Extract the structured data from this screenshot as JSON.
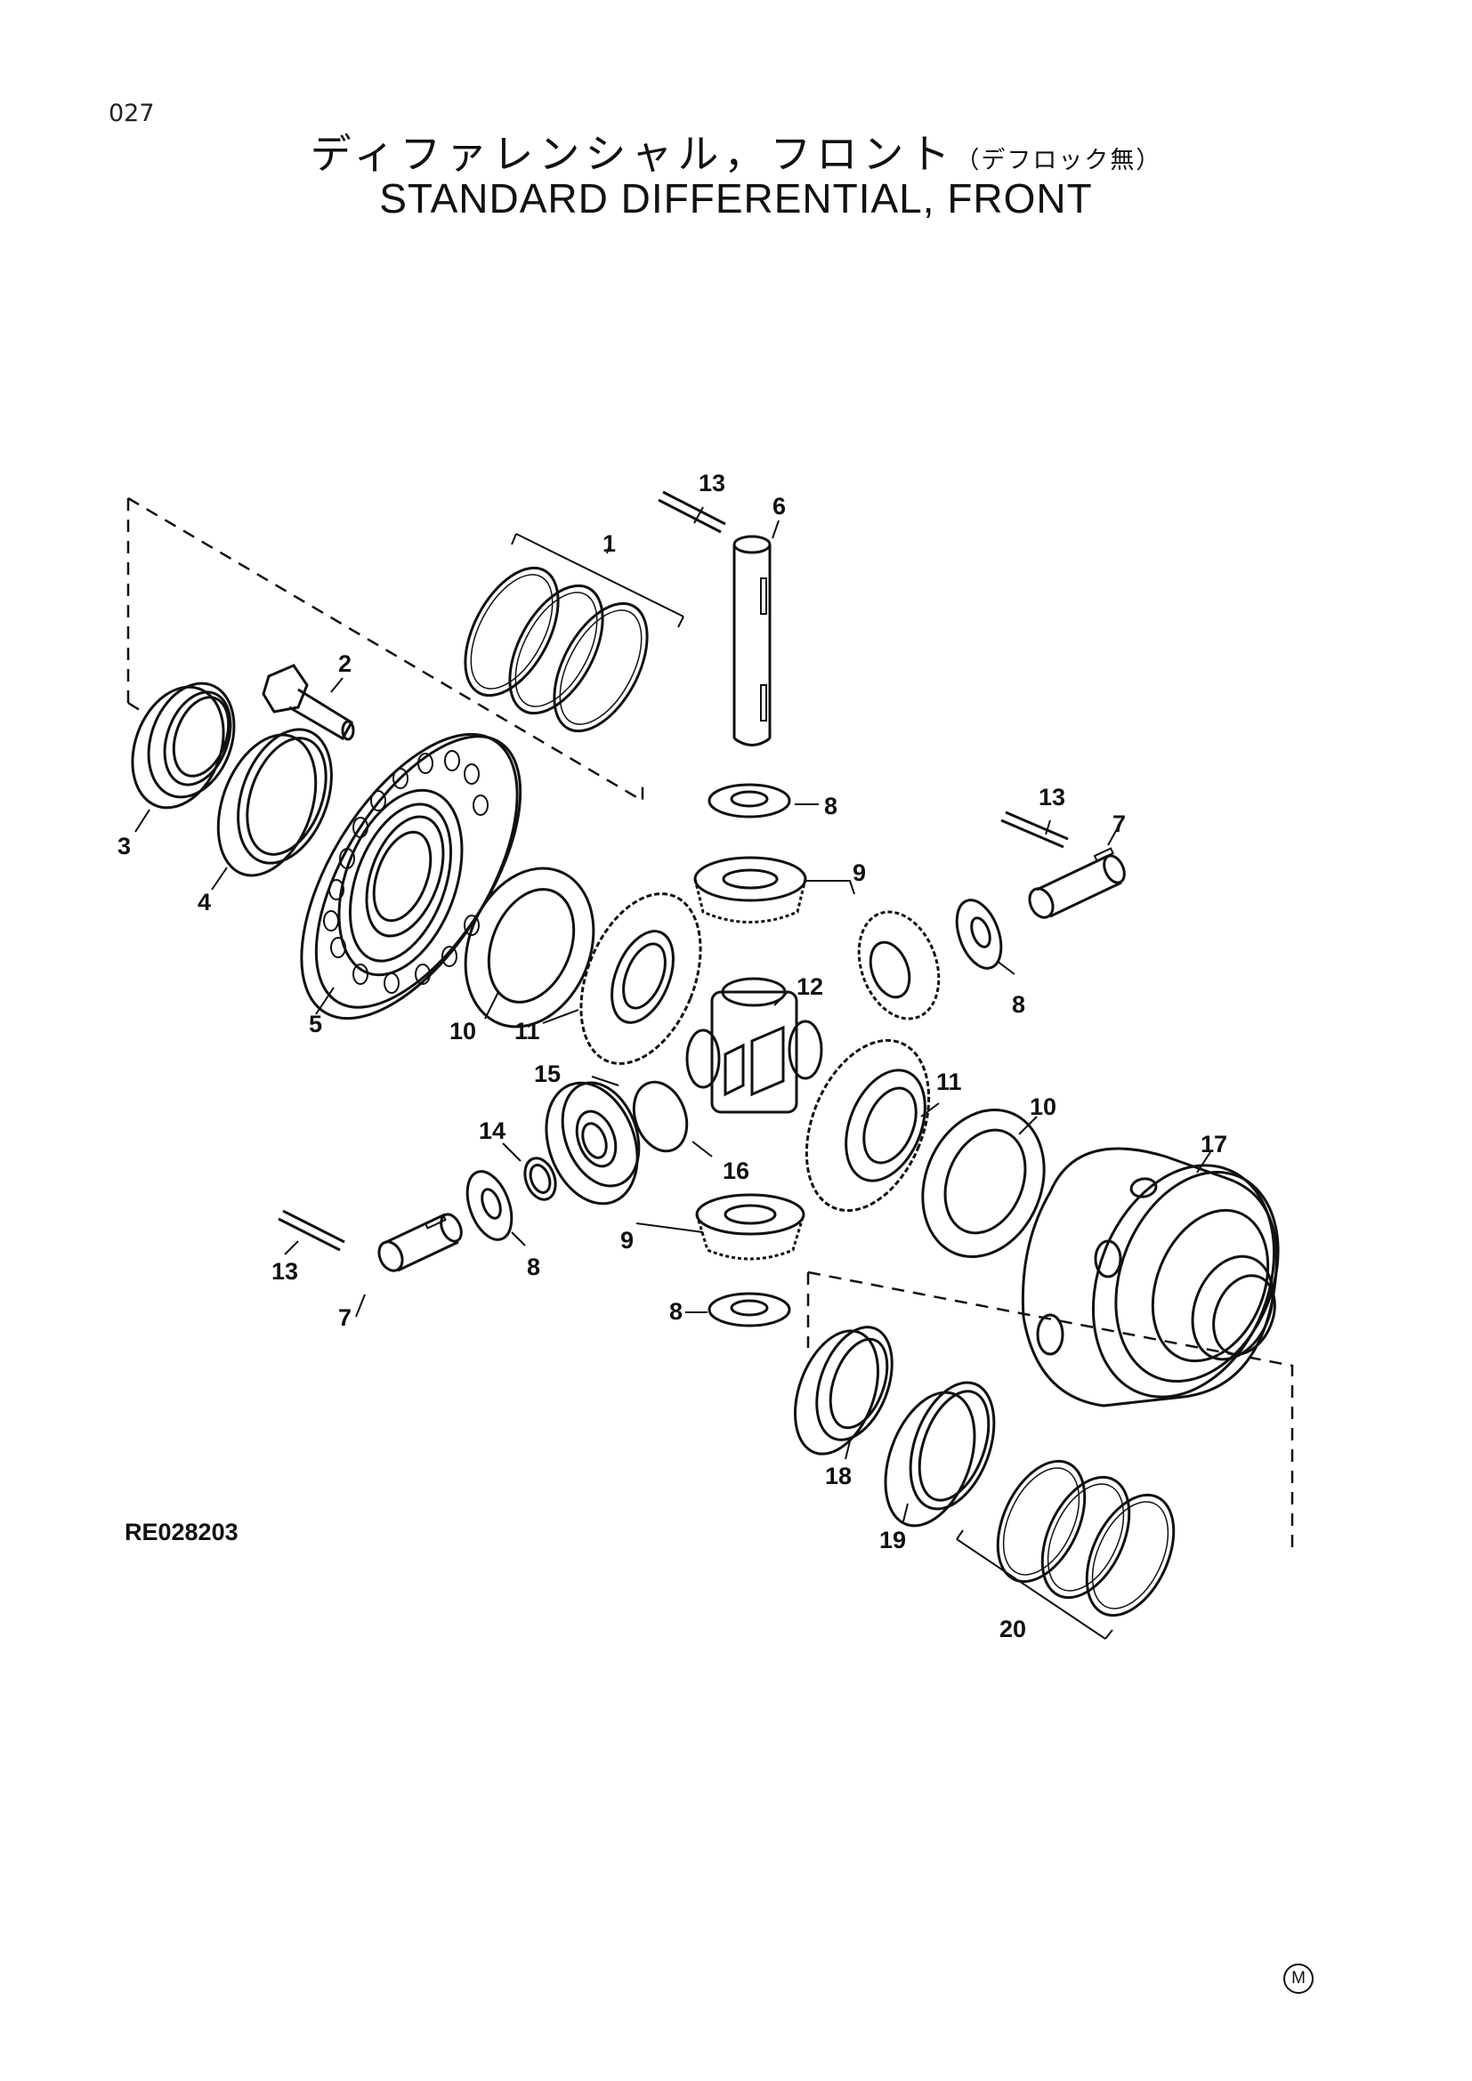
{
  "page_number": "027",
  "title_jp": "ディファレンシャル，フロント",
  "title_jp_note": "（デフロック無）",
  "title_en": "STANDARD DIFFERENTIAL, FRONT",
  "figure_code": "RE028203",
  "corner_mark": "M",
  "callouts": {
    "c1": "1",
    "c2": "2",
    "c3": "3",
    "c4": "4",
    "c5": "5",
    "c6": "6",
    "c7a": "7",
    "c7b": "7",
    "c8a": "8",
    "c8b": "8",
    "c8c": "8",
    "c8d": "8",
    "c9a": "9",
    "c9b": "9",
    "c10a": "10",
    "c10b": "10",
    "c11a": "11",
    "c11b": "11",
    "c12": "12",
    "c13a": "13",
    "c13b": "13",
    "c13c": "13",
    "c14": "14",
    "c15": "15",
    "c16": "16",
    "c17": "17",
    "c18": "18",
    "c19": "19",
    "c20": "20"
  }
}
